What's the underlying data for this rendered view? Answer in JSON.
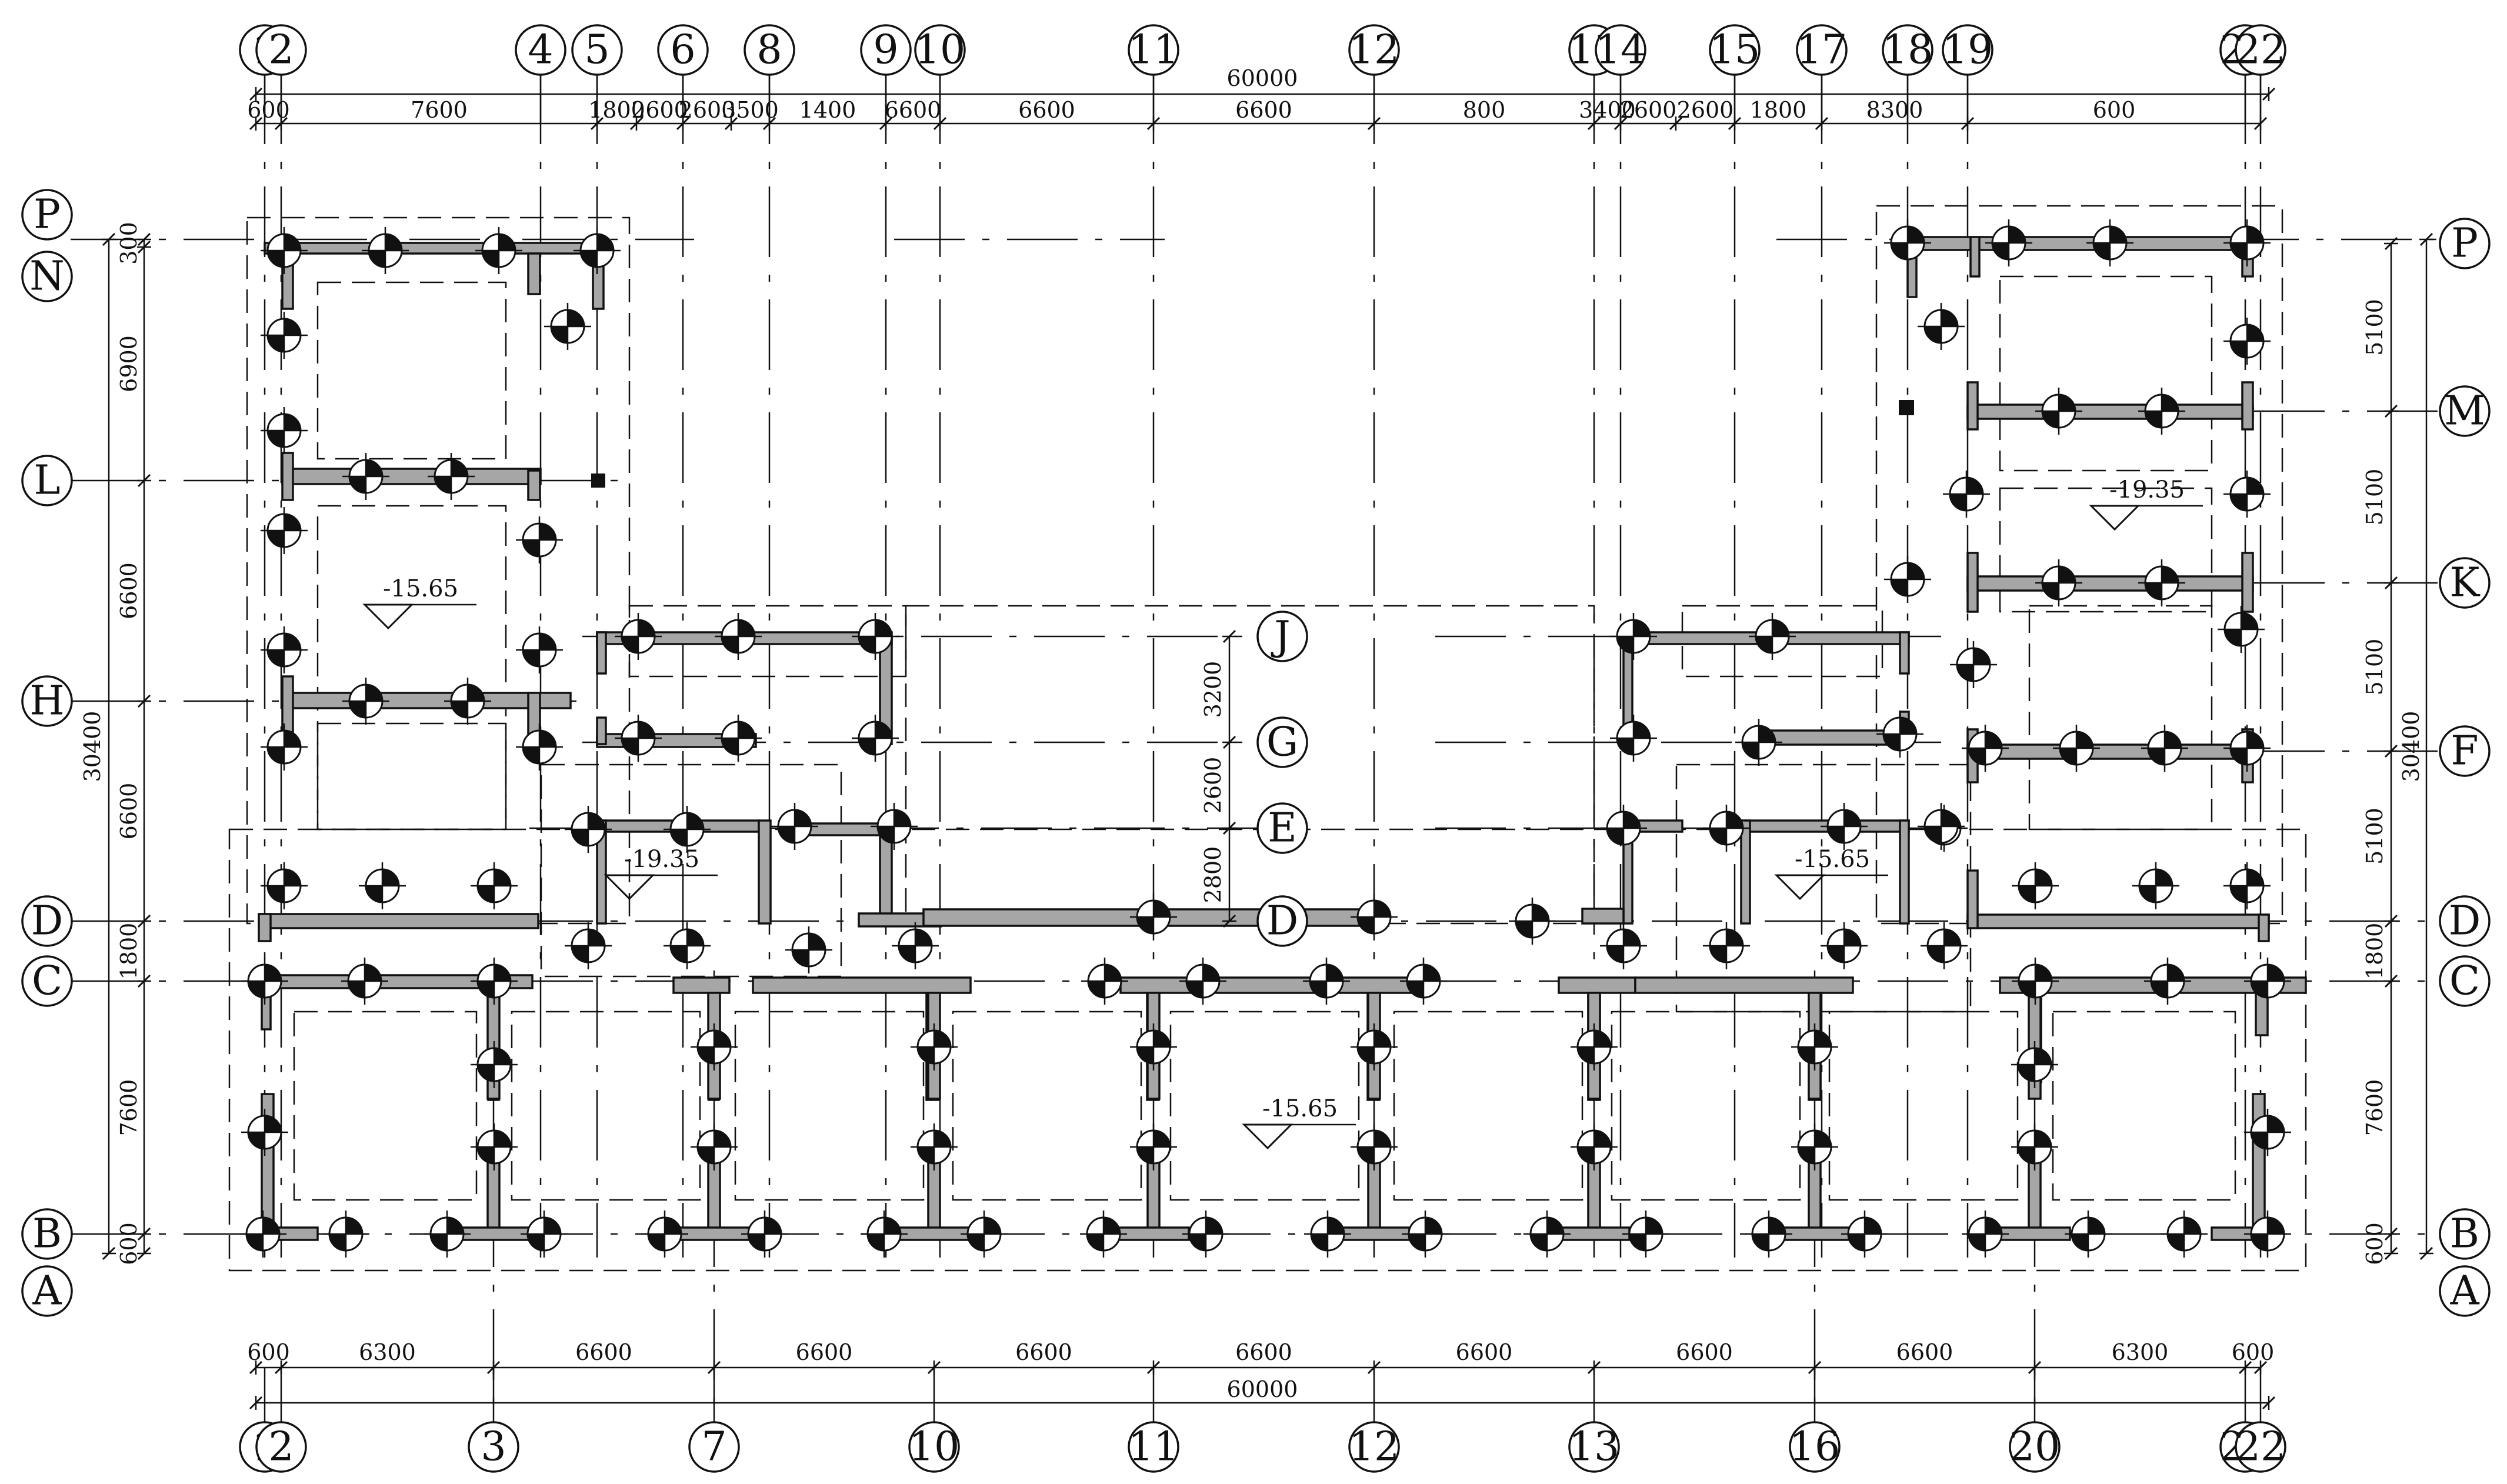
{
  "plan": {
    "total_width": "60000",
    "total_depth": "30400",
    "top_dims": [
      "600",
      "7600",
      "1800",
      "2600",
      "2600",
      "3500",
      "1400",
      "6600",
      "6600",
      "6600",
      "800",
      "3400",
      "2600",
      "2600",
      "1800",
      "8300",
      "600"
    ],
    "bottom_dims": [
      "600",
      "6300",
      "6600",
      "6600",
      "6600",
      "6600",
      "6600",
      "6600",
      "6600",
      "6300",
      "600"
    ],
    "left_dims": [
      "300",
      "6900",
      "6600",
      "6600",
      "1800",
      "7600",
      "600"
    ],
    "right_dims": [
      "5100",
      "5100",
      "5100",
      "5100",
      "1800",
      "7600",
      "600"
    ],
    "center_dims": [
      "3200",
      "2600",
      "2800"
    ],
    "top_axes": [
      "1",
      "2",
      "4",
      "5",
      "6",
      "8",
      "9",
      "10",
      "11",
      "12",
      "13",
      "14",
      "15",
      "17",
      "18",
      "19",
      "21",
      "22"
    ],
    "bottom_axes": [
      "1",
      "2",
      "3",
      "7",
      "10",
      "11",
      "12",
      "13",
      "16",
      "20",
      "21",
      "22"
    ],
    "left_axes": [
      "P",
      "N",
      "L",
      "H",
      "D",
      "C",
      "B",
      "A"
    ],
    "right_axes": [
      "P",
      "M",
      "K",
      "F",
      "D",
      "C",
      "B",
      "A"
    ],
    "mid_axes": [
      "J",
      "G",
      "E",
      "D"
    ],
    "levels": [
      "-15.65",
      "-19.35",
      "-15.65",
      "-19.35",
      "-15.65"
    ]
  }
}
